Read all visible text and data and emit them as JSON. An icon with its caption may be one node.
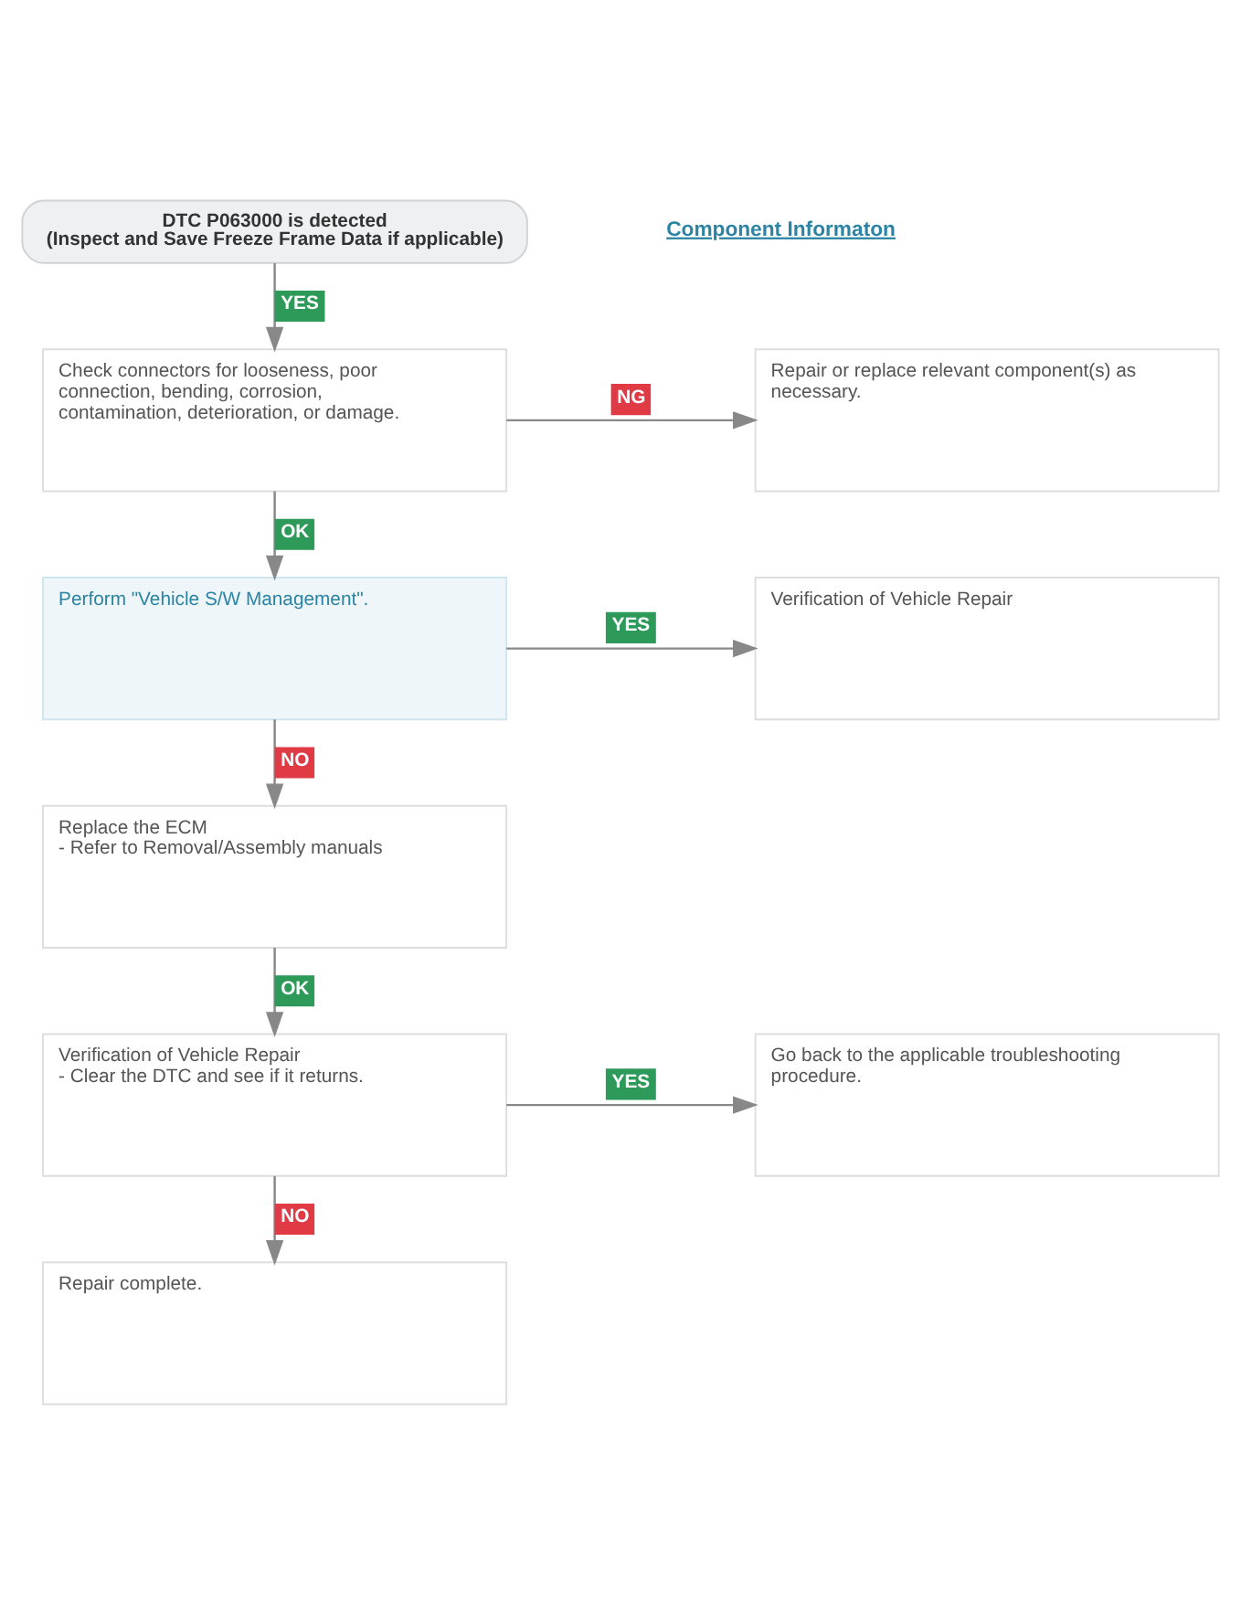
{
  "diagram": {
    "nodes": [
      {
        "text": [
          "DTC P063000 is detected",
          "(Inspect and Save Freeze Frame Data if applicable)"
        ]
      },
      {
        "text": [
          "Check connectors for looseness, poor connection, bending, corrosion, contamination, deterioration, or damage."
        ]
      },
      {
        "text": [
          "Repair or replace relevant component(s) as necessary."
        ]
      },
      {
        "text": [
          "Perform \"Vehicle S/W Management\"."
        ]
      },
      {
        "text": [
          "Verification of Vehicle Repair"
        ]
      },
      {
        "text": [
          "Replace the ECM",
          "- Refer to Removal/Assembly manuals"
        ]
      },
      {
        "text": [
          "Verification of Vehicle Repair",
          "- Clear the DTC and see if it returns."
        ]
      },
      {
        "text": [
          "Go back to the applicable troubleshooting procedure."
        ]
      },
      {
        "text": [
          "Repair complete."
        ]
      }
    ],
    "edges": [
      {
        "from": 0,
        "to": 1,
        "arrow": "to",
        "label": "YES"
      },
      {
        "from": 1,
        "to": 2,
        "arrow": "to",
        "label": "NG"
      },
      {
        "from": 1,
        "to": 3,
        "arrow": "to",
        "label": "OK"
      },
      {
        "from": 3,
        "to": 4,
        "arrow": "to",
        "label": "YES"
      },
      {
        "from": 3,
        "to": 5,
        "arrow": "to",
        "label": "NO"
      },
      {
        "from": 5,
        "to": 6,
        "arrow": "to",
        "label": "OK"
      },
      {
        "from": 6,
        "to": 7,
        "arrow": "to",
        "label": "YES"
      },
      {
        "from": 6,
        "to": 8,
        "arrow": "to",
        "label": "NO"
      }
    ],
    "labels": [
      "Component Informaton"
    ]
  }
}
